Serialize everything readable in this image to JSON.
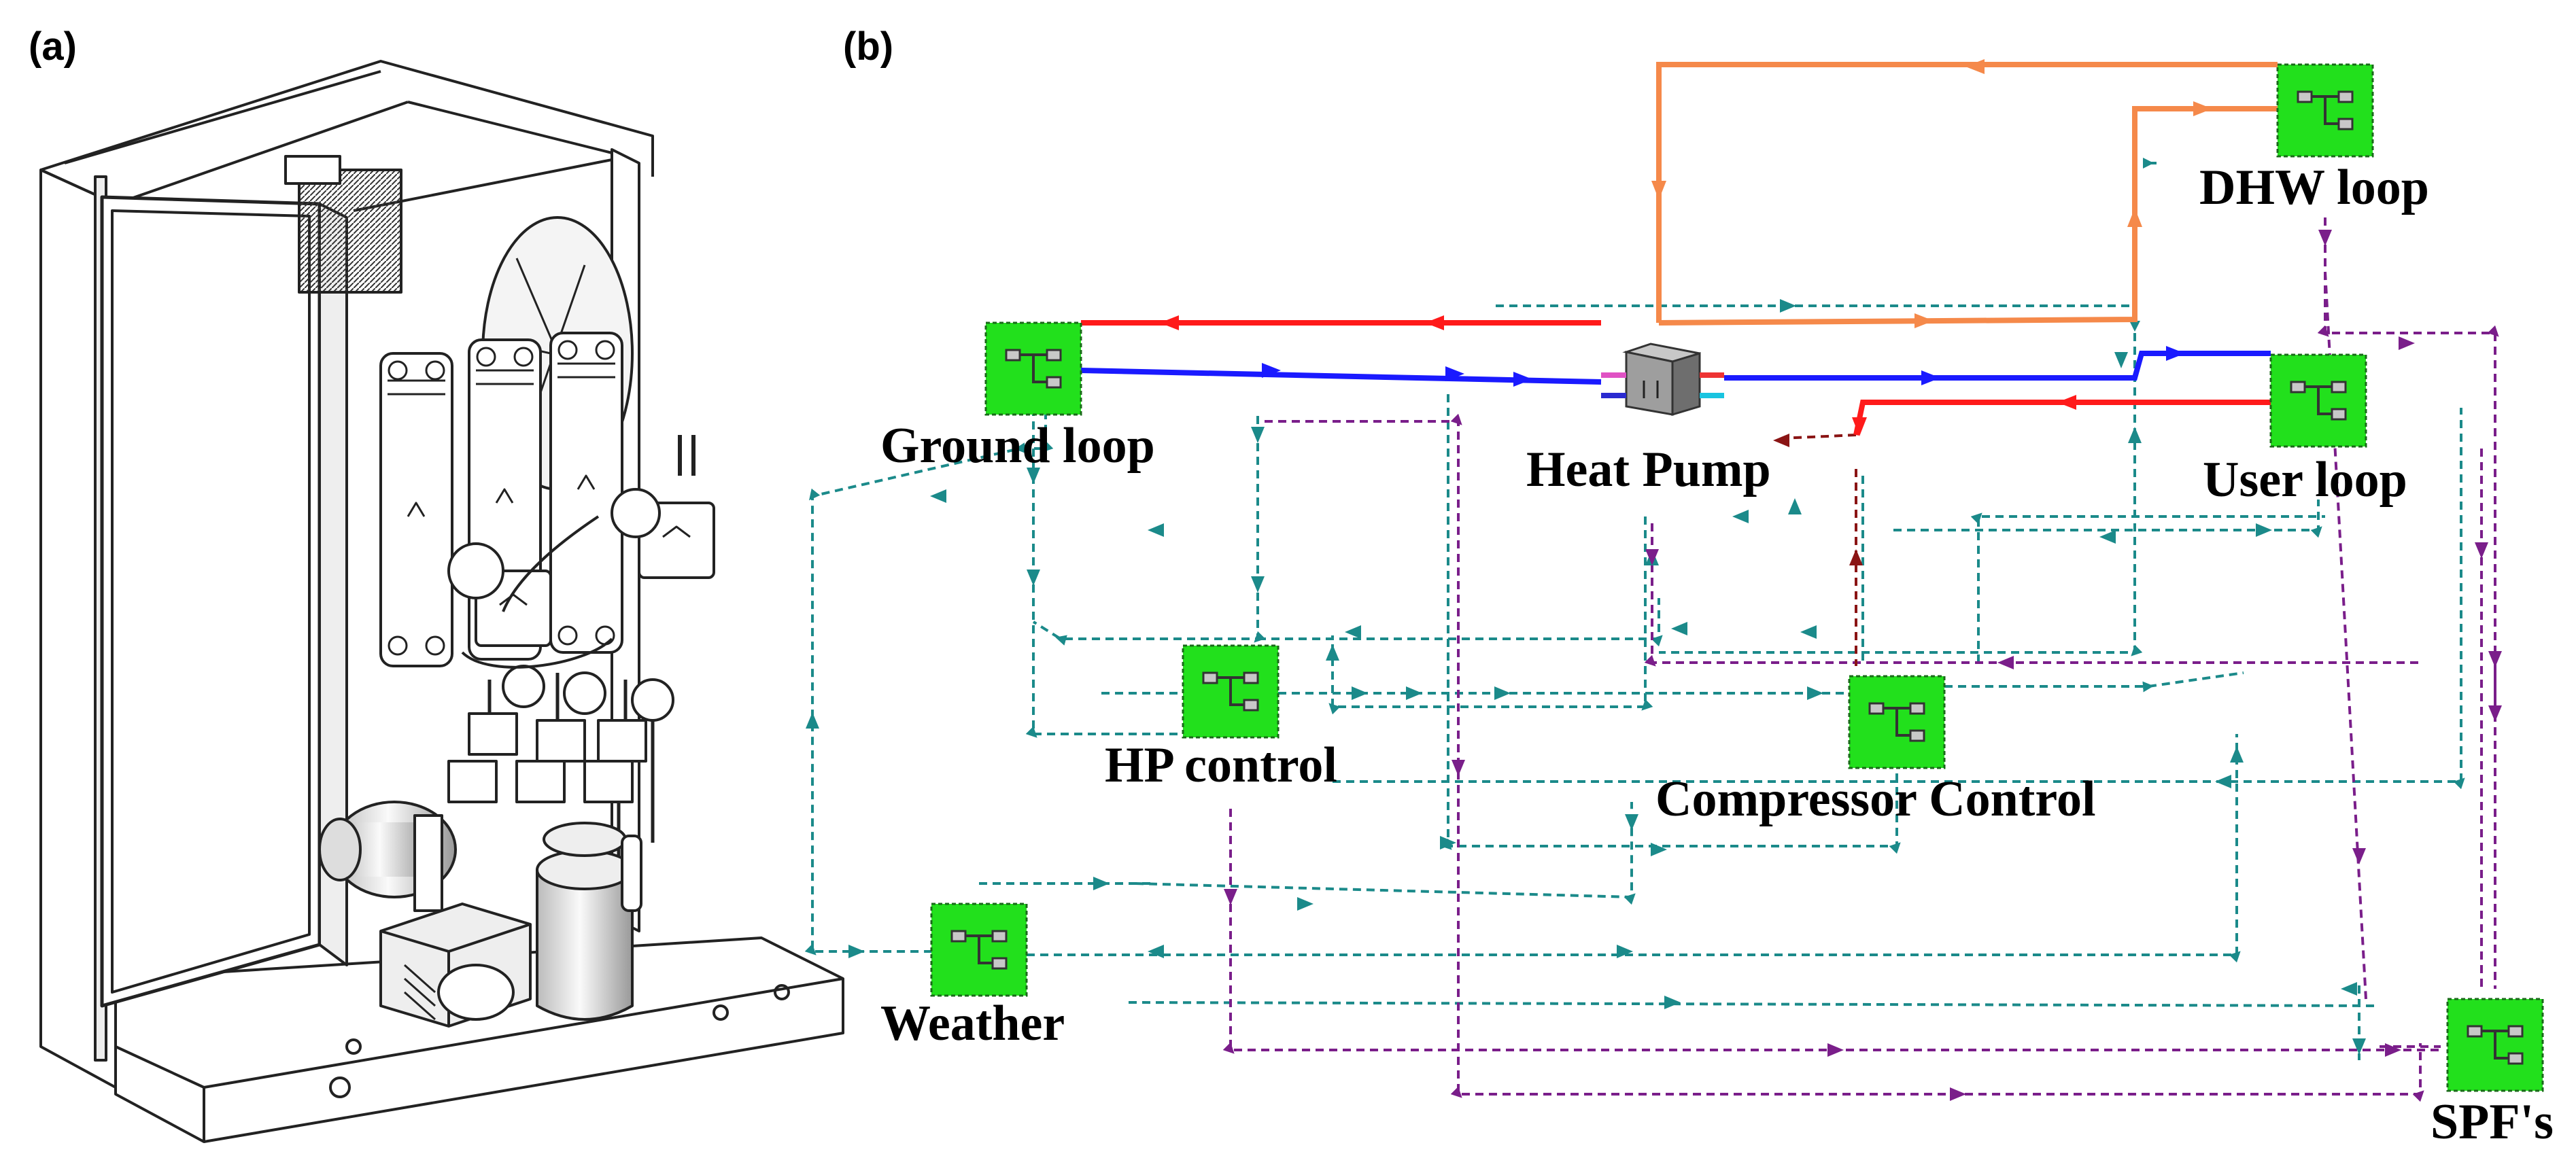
{
  "figure": {
    "panel_a_label": "(a)",
    "panel_b_label": "(b)"
  },
  "panel_a": {
    "subject": "heat pump unit isometric line drawing",
    "icon": "heat-pump-cabinet-illustration"
  },
  "panel_b": {
    "nodes": {
      "ground_loop": "Ground loop",
      "heat_pump": "Heat Pump",
      "dhw_loop": "DHW loop",
      "user_loop": "User loop",
      "hp_control": "HP control",
      "compressor_control": "Compressor Control",
      "weather": "Weather",
      "spfs": "SPF's"
    },
    "colors": {
      "macro_fill": "#22e01c",
      "hot_line": "#ff1a1a",
      "cold_line": "#1a1aff",
      "dhw_line": "#f5894a",
      "control_link": "#1b8a8a",
      "output_link": "#7a1e8a",
      "compressor_link": "#8a1414"
    }
  }
}
